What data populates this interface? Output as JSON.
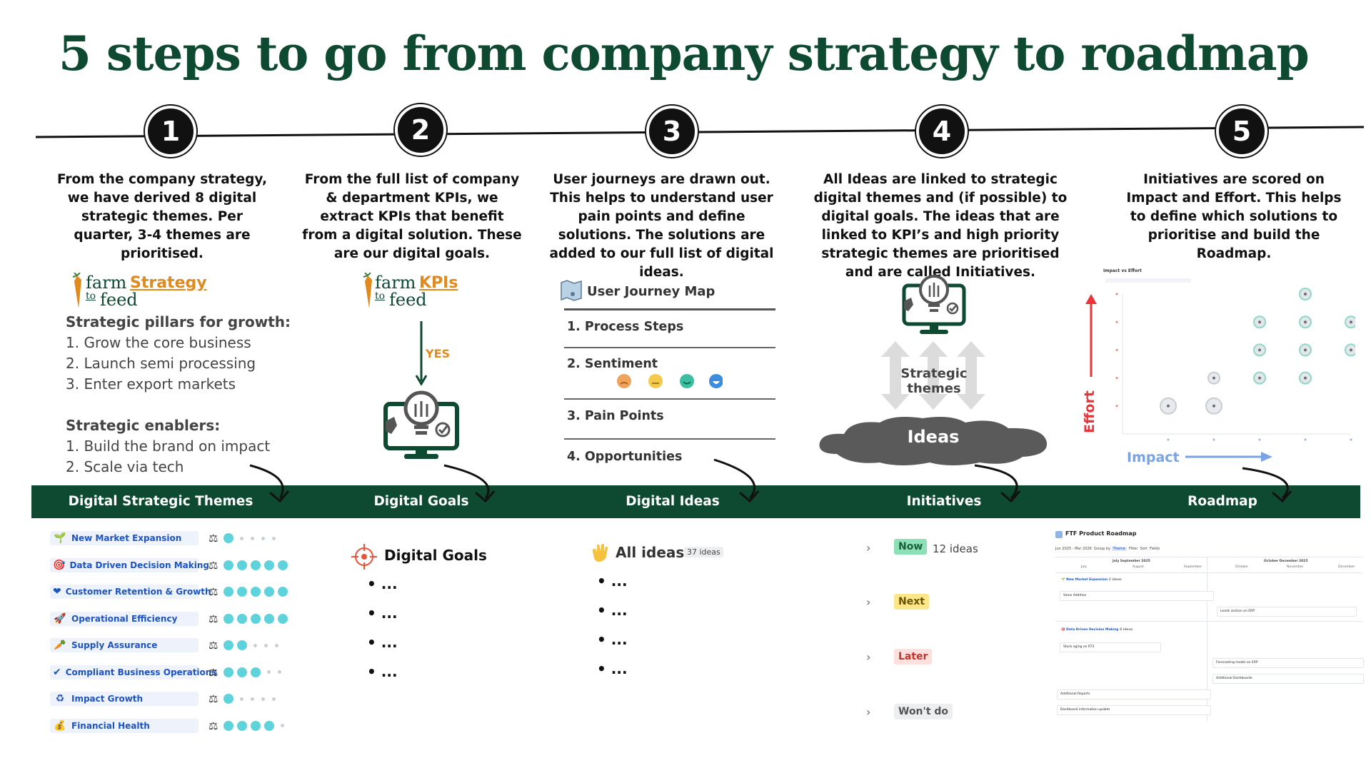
{
  "title": "5 steps to go from company strategy to roadmap",
  "steps": [
    {
      "number": "1",
      "description": "From the company strategy, we have derived 8 digital strategic themes. Per quarter, 3-4 themes are prioritised."
    },
    {
      "number": "2",
      "description": "From the full list of company & department KPIs, we extract KPIs that benefit from a digital solution. These are our digital goals."
    },
    {
      "number": "3",
      "description": "User journeys are drawn out. This helps to understand user pain points and define solutions. The solutions are added to our full list of digital ideas."
    },
    {
      "number": "4",
      "description": "All Ideas are linked to strategic digital themes and (if possible) to digital goals. The ideas that are linked to KPI’s and high priority strategic themes are prioritised and are called Initiatives."
    },
    {
      "number": "5",
      "description": "Initiatives are scored on Impact and Effort. This helps to define which solutions to prioritise and build the Roadmap."
    }
  ],
  "band_labels": [
    "Digital Strategic Themes",
    "Digital Goals",
    "Digital Ideas",
    "Initiatives",
    "Roadmap"
  ],
  "col1": {
    "logo_farm": "farm",
    "logo_highlight": "Strategy",
    "logo_tofeed": "feed",
    "logo_to": "to",
    "pillars_heading": "Strategic pillars for growth:",
    "pillars": [
      "1. Grow the core business",
      "2. Launch semi processing",
      "3. Enter export markets"
    ],
    "enablers_heading": "Strategic enablers:",
    "enablers": [
      "1. Build the brand on impact",
      "2. Scale via tech"
    ],
    "themes": [
      {
        "label": "New Market Expansion",
        "icon": "sprout-icon",
        "glyph": "🌱",
        "score": 1
      },
      {
        "label": "Data Driven Decision Making",
        "icon": "target-icon",
        "glyph": "🎯",
        "score": 5
      },
      {
        "label": "Customer Retention & Growth",
        "icon": "heart-icon",
        "glyph": "❤",
        "score": 5
      },
      {
        "label": "Operational Efficiency",
        "icon": "rocket-icon",
        "glyph": "🚀",
        "score": 5
      },
      {
        "label": "Supply Assurance",
        "icon": "carrot-icon",
        "glyph": "🥕",
        "score": 2
      },
      {
        "label": "Compliant Business Operations",
        "icon": "check-icon",
        "glyph": "✔",
        "score": 3
      },
      {
        "label": "Impact Growth",
        "icon": "recycle-icon",
        "glyph": "♻",
        "score": 1
      },
      {
        "label": "Financial Health",
        "icon": "money-bag-icon",
        "glyph": "💰",
        "score": 4
      }
    ]
  },
  "col2": {
    "logo_farm": "farm",
    "logo_highlight": "KPIs",
    "logo_to": "to",
    "logo_tofeed": "feed",
    "yes_label": "YES",
    "goals_title": "Digital Goals",
    "goals_items": [
      "...",
      "...",
      "...",
      "..."
    ]
  },
  "col3": {
    "map_title": "User Journey Map",
    "rows": [
      "1. Process Steps",
      "2. Sentiment",
      "3. Pain Points",
      "4. Opportunities"
    ],
    "ideas_title": "All ideas",
    "ideas_count": "37 ideas",
    "ideas_items": [
      "...",
      "...",
      "...",
      "..."
    ]
  },
  "col4": {
    "themes_label": "Strategic themes",
    "ideas_label": "Ideas",
    "statuses": [
      {
        "label": "Now",
        "count": "12 ideas",
        "bg": "#8de0b6",
        "fg": "#1a5f3c"
      },
      {
        "label": "Next",
        "count": "",
        "bg": "#fbe68a",
        "fg": "#6b5200"
      },
      {
        "label": "Later",
        "count": "",
        "bg": "#fbe0de",
        "fg": "#c0362c"
      },
      {
        "label": "Won't do",
        "count": "",
        "bg": "#eceef0",
        "fg": "#555555"
      }
    ]
  },
  "col5": {
    "chart_title": "Impact vs Effort",
    "effort_label": "Effort",
    "impact_label": "Impact",
    "roadmap_title": "FTF Product Roadmap",
    "roadmap_range": "Jun 2025 - Mar 2026",
    "roadmap_group": "Group by",
    "roadmap_theme": "Theme",
    "roadmap_filter": "Filter",
    "roadmap_sort": "Sort",
    "roadmap_fields": "Fields",
    "quarter_1": "July September 2025",
    "quarter_2": "October December 2025",
    "months": [
      "July",
      "August",
      "September",
      "October",
      "November",
      "December"
    ],
    "group_1": "New Market Expansion",
    "group_1_count": "2 ideas",
    "group_2": "Data Driven Decision Making",
    "group_2_count": "8 ideas",
    "bars": [
      "Value Addition",
      "Leads section on ERP",
      "Stock aging on RT3",
      "Forecasting model on ERP",
      "Additional Dashboards",
      "Additional Reports",
      "Dashboard information update"
    ]
  },
  "chart_data": {
    "type": "scatter",
    "title": "Impact vs Effort",
    "xlabel": "Impact",
    "ylabel": "Effort",
    "xlim": [
      0,
      5
    ],
    "ylim": [
      0,
      5
    ],
    "points": [
      {
        "x": 1,
        "y": 1
      },
      {
        "x": 2,
        "y": 1
      },
      {
        "x": 2,
        "y": 2
      },
      {
        "x": 3,
        "y": 2
      },
      {
        "x": 3,
        "y": 3
      },
      {
        "x": 3,
        "y": 4
      },
      {
        "x": 4,
        "y": 2
      },
      {
        "x": 4,
        "y": 3
      },
      {
        "x": 4,
        "y": 4
      },
      {
        "x": 4,
        "y": 5
      },
      {
        "x": 5,
        "y": 3
      },
      {
        "x": 5,
        "y": 4
      }
    ]
  },
  "colors": {
    "brand_green": "#0e4a32",
    "accent_orange": "#e08a1e",
    "effort_red": "#e8353a",
    "impact_blue": "#7aa3e5",
    "score_teal": "#5fd3dc"
  }
}
